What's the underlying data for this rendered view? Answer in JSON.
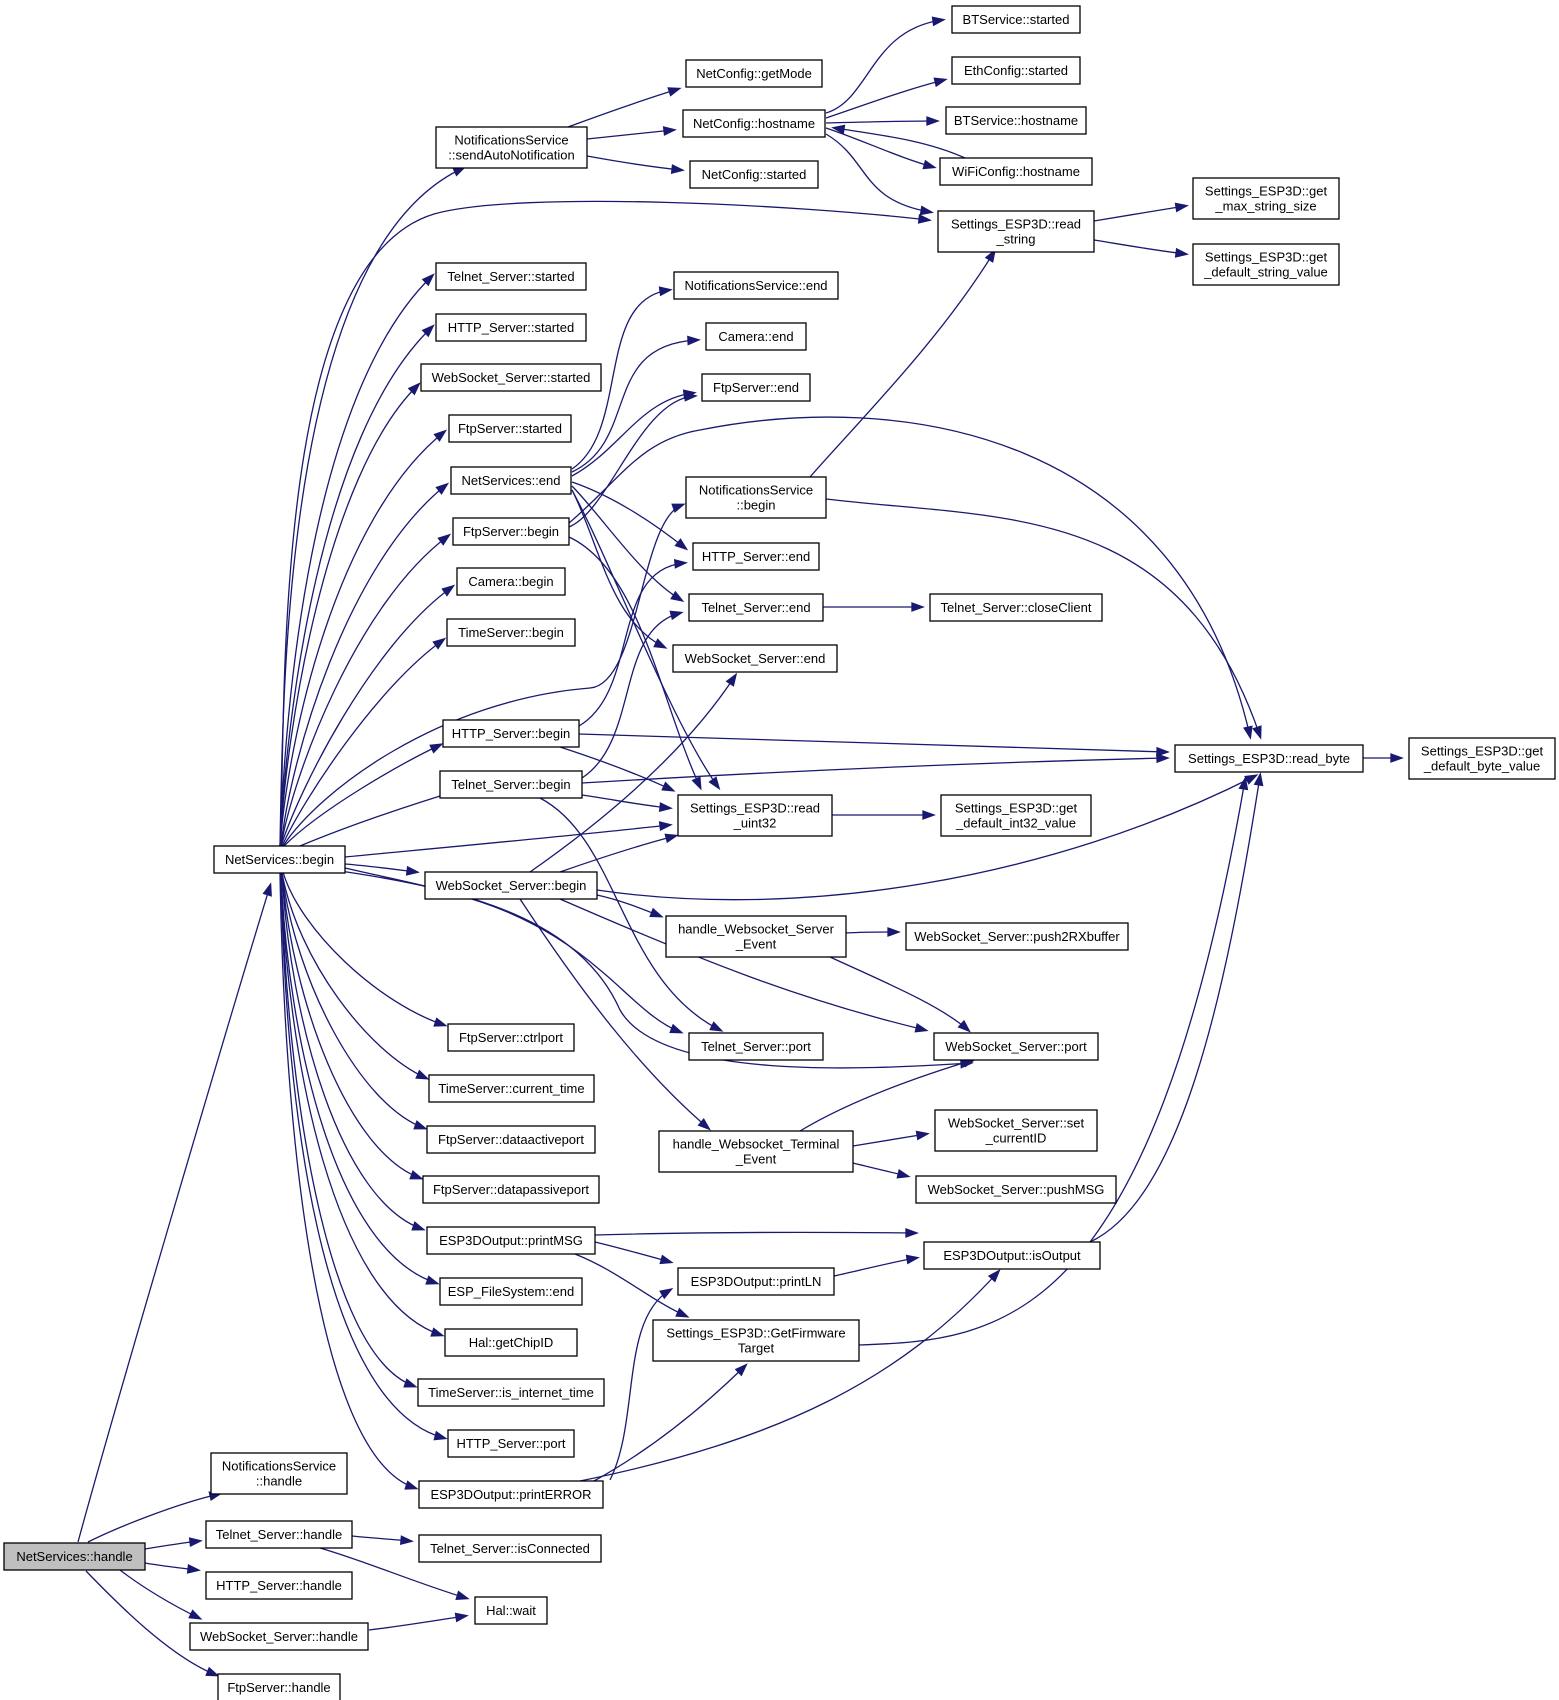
{
  "diagram": {
    "type": "call-graph",
    "colors": {
      "edge": "#191970",
      "node_border": "#000000",
      "node_fill": "#ffffff",
      "root_fill": "#bfbfbf"
    },
    "nodes": [
      {
        "id": "handle",
        "label": [
          "NetServices::handle"
        ],
        "root": true
      },
      {
        "id": "nsbegin",
        "label": [
          "NetServices::begin"
        ]
      },
      {
        "id": "notif_handle",
        "label": [
          "NotificationsService",
          "::handle"
        ]
      },
      {
        "id": "telnet_handle",
        "label": [
          "Telnet_Server::handle"
        ]
      },
      {
        "id": "http_handle",
        "label": [
          "HTTP_Server::handle"
        ]
      },
      {
        "id": "ws_handle",
        "label": [
          "WebSocket_Server::handle"
        ]
      },
      {
        "id": "ftp_handle",
        "label": [
          "FtpServer::handle"
        ]
      },
      {
        "id": "telnet_isconn",
        "label": [
          "Telnet_Server::isConnected"
        ]
      },
      {
        "id": "hal_wait",
        "label": [
          "Hal::wait"
        ]
      },
      {
        "id": "notif_sendauto",
        "label": [
          "NotificationsService",
          "::sendAutoNotification"
        ]
      },
      {
        "id": "telnet_started",
        "label": [
          "Telnet_Server::started"
        ]
      },
      {
        "id": "http_started",
        "label": [
          "HTTP_Server::started"
        ]
      },
      {
        "id": "ws_started",
        "label": [
          "WebSocket_Server::started"
        ]
      },
      {
        "id": "ftp_started",
        "label": [
          "FtpServer::started"
        ]
      },
      {
        "id": "ns_end",
        "label": [
          "NetServices::end"
        ]
      },
      {
        "id": "ftp_begin",
        "label": [
          "FtpServer::begin"
        ]
      },
      {
        "id": "camera_begin",
        "label": [
          "Camera::begin"
        ]
      },
      {
        "id": "time_begin",
        "label": [
          "TimeServer::begin"
        ]
      },
      {
        "id": "http_begin",
        "label": [
          "HTTP_Server::begin"
        ]
      },
      {
        "id": "telnet_begin",
        "label": [
          "Telnet_Server::begin"
        ]
      },
      {
        "id": "ws_begin",
        "label": [
          "WebSocket_Server::begin"
        ]
      },
      {
        "id": "ftp_ctrlport",
        "label": [
          "FtpServer::ctrlport"
        ]
      },
      {
        "id": "time_current",
        "label": [
          "TimeServer::current_time"
        ]
      },
      {
        "id": "ftp_dataactive",
        "label": [
          "FtpServer::dataactiveport"
        ]
      },
      {
        "id": "ftp_datapassive",
        "label": [
          "FtpServer::datapassiveport"
        ]
      },
      {
        "id": "out_printmsg",
        "label": [
          "ESP3DOutput::printMSG"
        ]
      },
      {
        "id": "fs_end",
        "label": [
          "ESP_FileSystem::end"
        ]
      },
      {
        "id": "hal_chipid",
        "label": [
          "Hal::getChipID"
        ]
      },
      {
        "id": "time_isinternet",
        "label": [
          "TimeServer::is_internet_time"
        ]
      },
      {
        "id": "http_port",
        "label": [
          "HTTP_Server::port"
        ]
      },
      {
        "id": "out_printerror",
        "label": [
          "ESP3DOutput::printERROR"
        ]
      },
      {
        "id": "nc_getmode",
        "label": [
          "NetConfig::getMode"
        ]
      },
      {
        "id": "nc_hostname",
        "label": [
          "NetConfig::hostname"
        ]
      },
      {
        "id": "nc_started",
        "label": [
          "NetConfig::started"
        ]
      },
      {
        "id": "notif_end",
        "label": [
          "NotificationsService::end"
        ]
      },
      {
        "id": "camera_end",
        "label": [
          "Camera::end"
        ]
      },
      {
        "id": "ftp_end",
        "label": [
          "FtpServer::end"
        ]
      },
      {
        "id": "notif_begin",
        "label": [
          "NotificationsService",
          "::begin"
        ]
      },
      {
        "id": "http_end",
        "label": [
          "HTTP_Server::end"
        ]
      },
      {
        "id": "telnet_end",
        "label": [
          "Telnet_Server::end"
        ]
      },
      {
        "id": "ws_end",
        "label": [
          "WebSocket_Server::end"
        ]
      },
      {
        "id": "read_uint32",
        "label": [
          "Settings_ESP3D::read",
          "_uint32"
        ]
      },
      {
        "id": "handle_wsevent",
        "label": [
          "handle_Websocket_Server",
          "_Event"
        ]
      },
      {
        "id": "telnet_port",
        "label": [
          "Telnet_Server::port"
        ]
      },
      {
        "id": "handle_wsterm",
        "label": [
          "handle_Websocket_Terminal",
          "_Event"
        ]
      },
      {
        "id": "out_println",
        "label": [
          "ESP3DOutput::printLN"
        ]
      },
      {
        "id": "get_fw_target",
        "label": [
          "Settings_ESP3D::GetFirmware",
          "Target"
        ]
      },
      {
        "id": "bt_started",
        "label": [
          "BTService::started"
        ]
      },
      {
        "id": "eth_started",
        "label": [
          "EthConfig::started"
        ]
      },
      {
        "id": "bt_hostname",
        "label": [
          "BTService::hostname"
        ]
      },
      {
        "id": "wifi_hostname",
        "label": [
          "WiFiConfig::hostname"
        ]
      },
      {
        "id": "read_string",
        "label": [
          "Settings_ESP3D::read",
          "_string"
        ]
      },
      {
        "id": "telnet_closeclient",
        "label": [
          "Telnet_Server::closeClient"
        ]
      },
      {
        "id": "ws_push2rx",
        "label": [
          "WebSocket_Server::push2RXbuffer"
        ]
      },
      {
        "id": "ws_port",
        "label": [
          "WebSocket_Server::port"
        ]
      },
      {
        "id": "ws_setcurrent",
        "label": [
          "WebSocket_Server::set",
          "_currentID"
        ]
      },
      {
        "id": "ws_pushmsg",
        "label": [
          "WebSocket_Server::pushMSG"
        ]
      },
      {
        "id": "out_isoutput",
        "label": [
          "ESP3DOutput::isOutput"
        ]
      },
      {
        "id": "get_max_str",
        "label": [
          "Settings_ESP3D::get",
          "_max_string_size"
        ]
      },
      {
        "id": "get_def_str",
        "label": [
          "Settings_ESP3D::get",
          "_default_string_value"
        ]
      },
      {
        "id": "get_def_int32",
        "label": [
          "Settings_ESP3D::get",
          "_default_int32_value"
        ]
      },
      {
        "id": "read_byte",
        "label": [
          "Settings_ESP3D::read_byte"
        ]
      },
      {
        "id": "get_def_byte",
        "label": [
          "Settings_ESP3D::get",
          "_default_byte_value"
        ]
      }
    ],
    "edges": [
      [
        "handle",
        "nsbegin"
      ],
      [
        "handle",
        "notif_handle"
      ],
      [
        "handle",
        "telnet_handle"
      ],
      [
        "handle",
        "http_handle"
      ],
      [
        "handle",
        "ws_handle"
      ],
      [
        "handle",
        "ftp_handle"
      ],
      [
        "telnet_handle",
        "telnet_isconn"
      ],
      [
        "telnet_handle",
        "hal_wait"
      ],
      [
        "ws_handle",
        "hal_wait"
      ],
      [
        "nsbegin",
        "notif_sendauto"
      ],
      [
        "nsbegin",
        "read_string"
      ],
      [
        "nsbegin",
        "telnet_started"
      ],
      [
        "nsbegin",
        "http_started"
      ],
      [
        "nsbegin",
        "ws_started"
      ],
      [
        "nsbegin",
        "ftp_started"
      ],
      [
        "nsbegin",
        "ns_end"
      ],
      [
        "nsbegin",
        "ftp_begin"
      ],
      [
        "nsbegin",
        "camera_begin"
      ],
      [
        "nsbegin",
        "time_begin"
      ],
      [
        "nsbegin",
        "notif_begin"
      ],
      [
        "nsbegin",
        "http_begin"
      ],
      [
        "nsbegin",
        "telnet_begin"
      ],
      [
        "nsbegin",
        "read_uint32"
      ],
      [
        "nsbegin",
        "ws_begin"
      ],
      [
        "nsbegin",
        "telnet_port"
      ],
      [
        "nsbegin",
        "ws_port"
      ],
      [
        "nsbegin",
        "ftp_ctrlport"
      ],
      [
        "nsbegin",
        "time_current"
      ],
      [
        "nsbegin",
        "ftp_dataactive"
      ],
      [
        "nsbegin",
        "ftp_datapassive"
      ],
      [
        "nsbegin",
        "out_printmsg"
      ],
      [
        "nsbegin",
        "fs_end"
      ],
      [
        "nsbegin",
        "hal_chipid"
      ],
      [
        "nsbegin",
        "time_isinternet"
      ],
      [
        "nsbegin",
        "http_port"
      ],
      [
        "nsbegin",
        "out_printerror"
      ],
      [
        "notif_sendauto",
        "nc_getmode"
      ],
      [
        "notif_sendauto",
        "nc_hostname"
      ],
      [
        "notif_sendauto",
        "nc_started"
      ],
      [
        "nc_hostname",
        "bt_started"
      ],
      [
        "nc_hostname",
        "eth_started"
      ],
      [
        "nc_hostname",
        "bt_hostname"
      ],
      [
        "nc_hostname",
        "wifi_hostname"
      ],
      [
        "wifi_hostname",
        "nc_hostname"
      ],
      [
        "nc_hostname",
        "read_string"
      ],
      [
        "read_string",
        "get_max_str"
      ],
      [
        "read_string",
        "get_def_str"
      ],
      [
        "ns_end",
        "notif_end"
      ],
      [
        "ns_end",
        "camera_end"
      ],
      [
        "ns_end",
        "ftp_end"
      ],
      [
        "ns_end",
        "http_end"
      ],
      [
        "ns_end",
        "telnet_end"
      ],
      [
        "ns_end",
        "ws_end"
      ],
      [
        "ns_end",
        "read_uint32"
      ],
      [
        "ftp_begin",
        "ftp_end"
      ],
      [
        "ftp_begin",
        "read_byte"
      ],
      [
        "ftp_begin",
        "read_uint32"
      ],
      [
        "notif_begin",
        "read_string"
      ],
      [
        "notif_begin",
        "read_byte"
      ],
      [
        "http_begin",
        "http_end"
      ],
      [
        "http_begin",
        "read_byte"
      ],
      [
        "http_begin",
        "read_uint32"
      ],
      [
        "telnet_begin",
        "telnet_end"
      ],
      [
        "telnet_begin",
        "read_byte"
      ],
      [
        "telnet_begin",
        "read_uint32"
      ],
      [
        "telnet_begin",
        "telnet_port"
      ],
      [
        "ws_begin",
        "ws_end"
      ],
      [
        "ws_begin",
        "read_uint32"
      ],
      [
        "ws_begin",
        "read_byte"
      ],
      [
        "ws_begin",
        "handle_wsevent"
      ],
      [
        "ws_begin",
        "ws_port"
      ],
      [
        "ws_begin",
        "handle_wsterm"
      ],
      [
        "telnet_end",
        "telnet_closeclient"
      ],
      [
        "read_uint32",
        "get_def_int32"
      ],
      [
        "read_byte",
        "get_def_byte"
      ],
      [
        "handle_wsevent",
        "ws_push2rx"
      ],
      [
        "handle_wsevent",
        "ws_port"
      ],
      [
        "handle_wsterm",
        "ws_port"
      ],
      [
        "handle_wsterm",
        "ws_setcurrent"
      ],
      [
        "handle_wsterm",
        "ws_pushmsg"
      ],
      [
        "out_printmsg",
        "out_isoutput"
      ],
      [
        "out_printmsg",
        "out_println"
      ],
      [
        "out_printmsg",
        "get_fw_target"
      ],
      [
        "out_println",
        "out_isoutput"
      ],
      [
        "out_isoutput",
        "read_byte"
      ],
      [
        "get_fw_target",
        "read_byte"
      ],
      [
        "out_printerror",
        "out_println"
      ],
      [
        "out_printerror",
        "get_fw_target"
      ],
      [
        "out_printerror",
        "out_isoutput"
      ]
    ]
  }
}
